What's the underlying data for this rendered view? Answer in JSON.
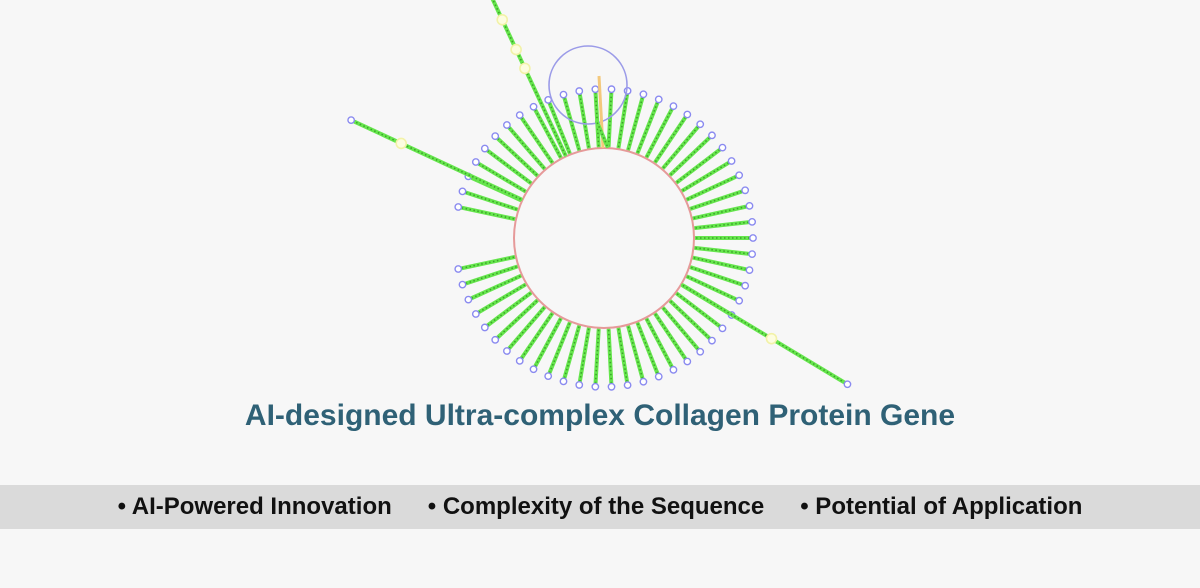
{
  "title": "AI-designed Ultra-complex Collagen Protein Gene",
  "features": [
    "• AI-Powered Innovation",
    "• Complexity of the Sequence",
    "• Potential of Application"
  ],
  "colors": {
    "title": "#2f6176",
    "ring": "#e69a9a",
    "stem": "#66e64d",
    "stem_dots": "#3ca22a",
    "tip": "#8a8af0",
    "marker": "#f2f2a8",
    "loop": "#9b9be8",
    "needle": "#f3c87c",
    "band": "#dadada",
    "background": "#f7f7f7"
  }
}
